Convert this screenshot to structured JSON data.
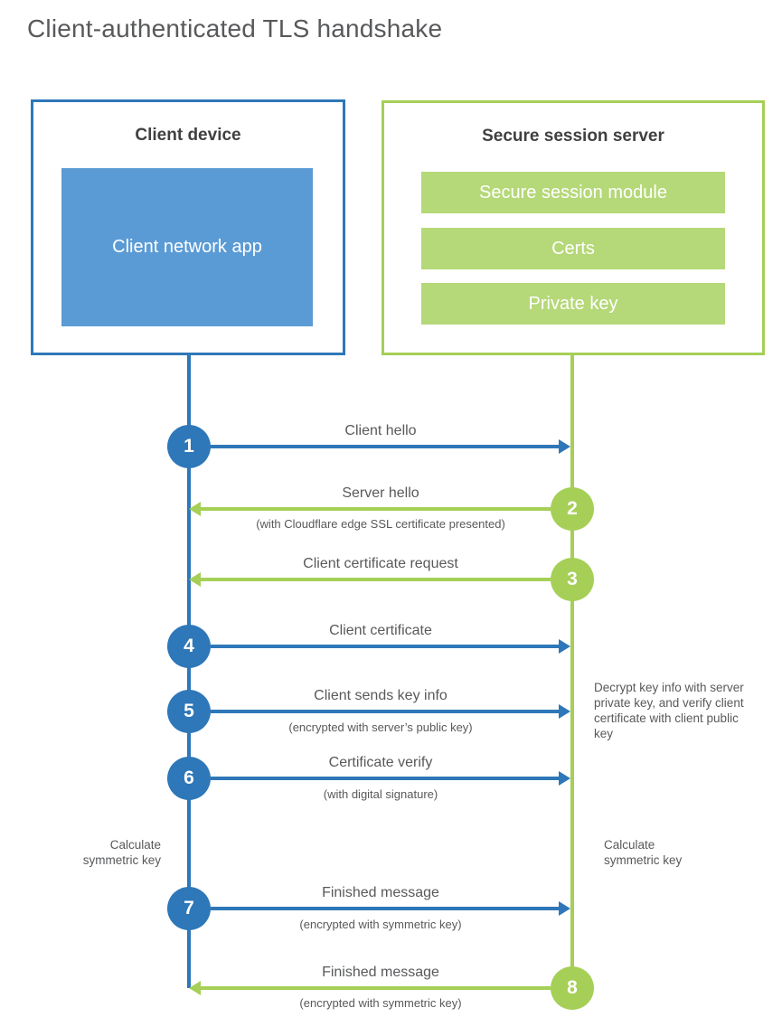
{
  "title": "Client-authenticated TLS handshake",
  "colors": {
    "blue": "#2e77b8",
    "blue_fill": "#5b9bd5",
    "green": "#a5cf56",
    "green_fill": "#b5d878",
    "text_dark": "#3f4041",
    "text_gray": "#58595b"
  },
  "client_box": {
    "title": "Client device",
    "app_label": "Client network app"
  },
  "server_box": {
    "title": "Secure session server",
    "modules": [
      "Secure session module",
      "Certs",
      "Private key"
    ]
  },
  "steps": [
    {
      "number": "1",
      "from": "client",
      "label": "Client hello",
      "sublabel": ""
    },
    {
      "number": "2",
      "from": "server",
      "label": "Server hello",
      "sublabel": "(with Cloudflare edge SSL certificate presented)"
    },
    {
      "number": "3",
      "from": "server",
      "label": "Client certificate request",
      "sublabel": ""
    },
    {
      "number": "4",
      "from": "client",
      "label": "Client certificate",
      "sublabel": ""
    },
    {
      "number": "5",
      "from": "client",
      "label": "Client sends key info",
      "sublabel": "(encrypted with server’s public key)"
    },
    {
      "number": "6",
      "from": "client",
      "label": "Certificate verify",
      "sublabel": "(with digital signature)"
    },
    {
      "number": "7",
      "from": "client",
      "label": "Finished message",
      "sublabel": "(encrypted with symmetric key)"
    },
    {
      "number": "8",
      "from": "server",
      "label": "Finished message",
      "sublabel": "(encrypted with symmetric key)"
    }
  ],
  "notes": {
    "decrypt_note": "Decrypt key info with server private key, and verify client certificate with client public key",
    "calc_left": "Calculate symmetric key",
    "calc_right": "Calculate symmetric key"
  }
}
